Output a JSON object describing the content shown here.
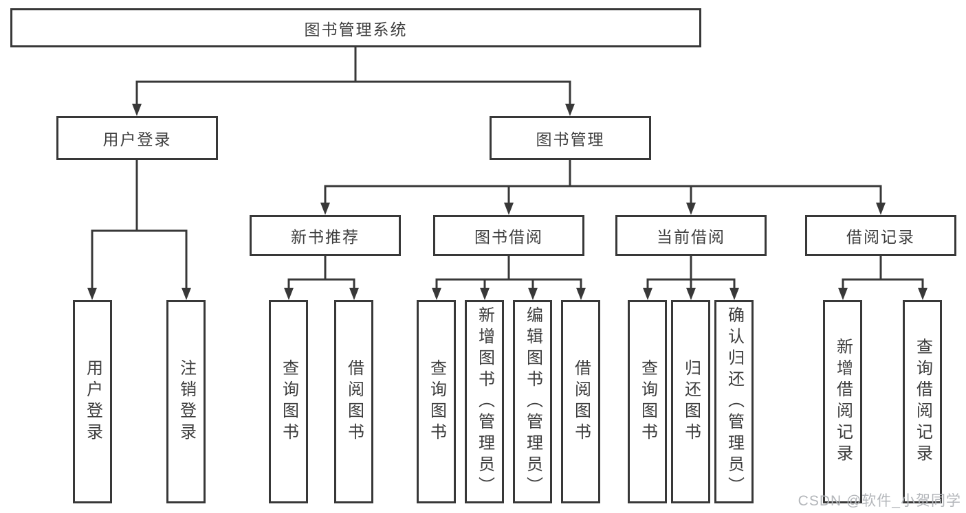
{
  "colors": {
    "line": "#383838",
    "text": "#3d3d3d",
    "background": "#ffffff",
    "watermark": "#b3b6ba"
  },
  "watermark": "CSDN @软件_小贺同学",
  "tree": {
    "root": {
      "label": "图书管理系统"
    },
    "branches": [
      {
        "label": "用户登录",
        "children": [
          {
            "label": "用户登录"
          },
          {
            "label": "注销登录"
          }
        ]
      },
      {
        "label": "图书管理",
        "children": [
          {
            "label": "新书推荐",
            "children": [
              {
                "label": "查询图书"
              },
              {
                "label": "借阅图书"
              }
            ]
          },
          {
            "label": "图书借阅",
            "children": [
              {
                "label": "查询图书"
              },
              {
                "label": "新增图书（管理员）"
              },
              {
                "label": "编辑图书（管理员）"
              },
              {
                "label": "借阅图书"
              }
            ]
          },
          {
            "label": "当前借阅",
            "children": [
              {
                "label": "查询图书"
              },
              {
                "label": "归还图书"
              },
              {
                "label": "确认归还（管理员）"
              }
            ]
          },
          {
            "label": "借阅记录",
            "children": [
              {
                "label": "新增借阅记录"
              },
              {
                "label": "查询借阅记录"
              }
            ]
          }
        ]
      }
    ]
  }
}
